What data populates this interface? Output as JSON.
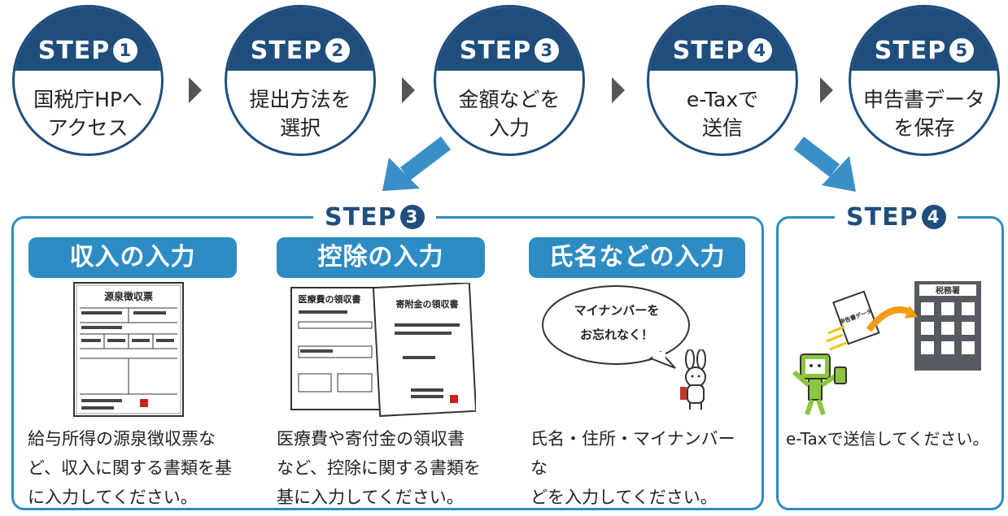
{
  "steps": [
    {
      "label": "STEP",
      "num": "1",
      "lines": [
        "国税庁HPへ",
        "アクセス"
      ]
    },
    {
      "label": "STEP",
      "num": "2",
      "lines": [
        "提出方法を",
        "選択"
      ]
    },
    {
      "label": "STEP",
      "num": "3",
      "lines": [
        "金額などを",
        "入力"
      ]
    },
    {
      "label": "STEP",
      "num": "4",
      "lines": [
        "e-Taxで",
        "送信"
      ]
    },
    {
      "label": "STEP",
      "num": "5",
      "lines": [
        "申告書データ",
        "を保存"
      ]
    }
  ],
  "panel_step3": {
    "label": "STEP",
    "num": "3",
    "cards": [
      {
        "title": "収入の入力",
        "desc": [
          "給与所得の源泉徴収票な",
          "ど、収入に関する書類を基",
          "に入力してください。"
        ]
      },
      {
        "title": "控除の入力",
        "desc": [
          "医療費や寄付金の領収書",
          "など、控除に関する書類を",
          "基に入力してください。"
        ]
      },
      {
        "title": "氏名などの入力",
        "desc": [
          "氏名・住所・マイナンバーな",
          "どを入力してください。"
        ]
      }
    ]
  },
  "panel_step4": {
    "label": "STEP",
    "num": "4",
    "desc": "e-Taxで送信してください。"
  },
  "illustrations": {
    "gensen_title": "源泉徴収票",
    "iryo_title": "医療費の領収書",
    "kifu_title": "寄附金の領収書",
    "bubble_lines": [
      "マイナンバーを",
      "お忘れなく！"
    ],
    "tax_office": "税務署",
    "shinkoku_doc": "申告書データ"
  },
  "colors": {
    "navy": "#1f4e7d",
    "blue": "#2d8cc4",
    "arrow": "#3a8fc6",
    "green": "#8cc63f",
    "building": "#555b61"
  }
}
